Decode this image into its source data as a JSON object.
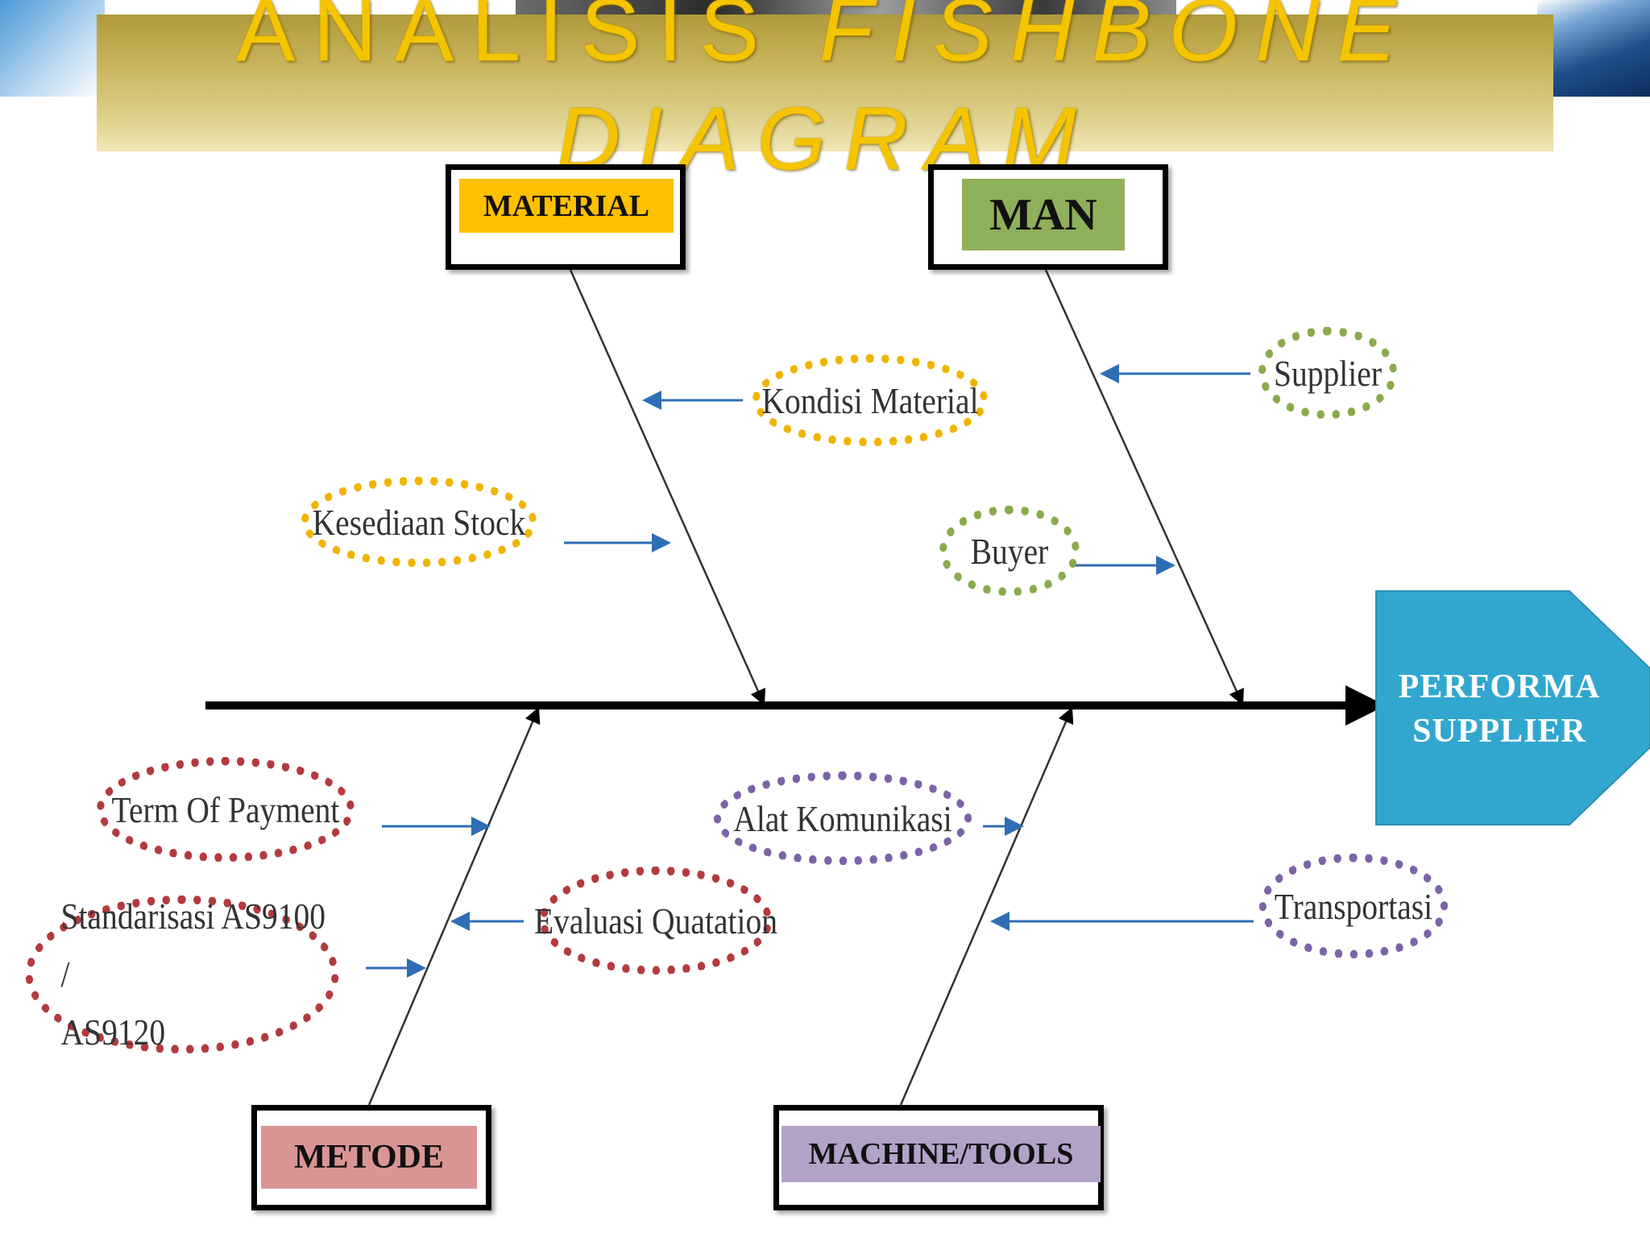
{
  "title": {
    "line1": "ANALISIS",
    "line1b": "FISHBONE",
    "line2": "DIAGRAM"
  },
  "effect": {
    "line1": "PERFORMA",
    "line2": "SUPPLIER"
  },
  "categories": {
    "material": {
      "label": "MATERIAL",
      "color": "#ffc000"
    },
    "man": {
      "label": "MAN",
      "color": "#8fb05a"
    },
    "metode": {
      "label": "METODE",
      "color": "#d99594"
    },
    "machine": {
      "label": "MACHINE/TOOLS",
      "color": "#b3a2c7"
    }
  },
  "causes": {
    "kondisi_material": "Kondisi Material",
    "kesediaan_stock": "Kesediaan Stock",
    "supplier": "Supplier",
    "buyer": "Buyer",
    "term_of_payment": "Term Of Payment",
    "standarisasi_line1": "Standarisasi AS9100 /",
    "standarisasi_line2": "AS9120",
    "evaluasi_quatation": "Evaluasi Quatation",
    "alat_komunikasi": "Alat Komunikasi",
    "transportasi": "Transportasi"
  },
  "colors": {
    "effect_box": "#31a7cf",
    "arrow_blue": "#2f6eb4",
    "material_dots": "#f0b400",
    "man_dots": "#8aaa4b",
    "metode_dots": "#b33a3d",
    "machine_dots": "#7b63a8"
  }
}
